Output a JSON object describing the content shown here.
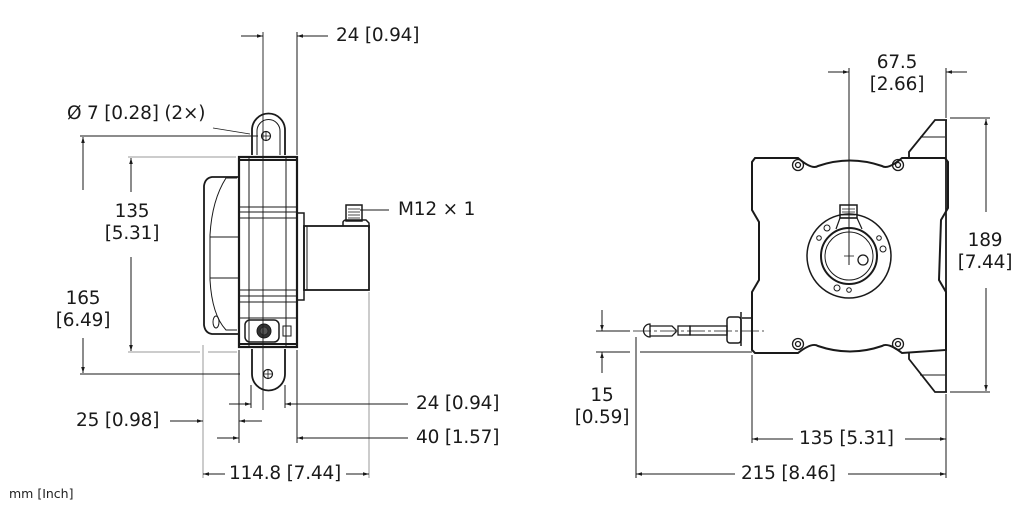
{
  "drawing": {
    "units_note": "mm [Inch]",
    "side_view": {
      "top_lug_width": "24 [0.94]",
      "hole_diameter": "Ø 7 [0.28] (2×)",
      "connector": "M12 × 1",
      "body_height_mm": "135",
      "body_height_in": "[5.31]",
      "overall_height_mm": "165",
      "overall_height_in": "[6.49]",
      "bottom_lug_width": "24 [0.94]",
      "offset": "25 [0.98]",
      "body_depth": "40 [1.57]",
      "overall_depth": "114.8 [7.44]"
    },
    "front_view": {
      "connector_offset_mm": "67.5",
      "connector_offset_in": "[2.66]",
      "overall_height_mm": "189",
      "overall_height_in": "[7.44]",
      "wire_offset_mm": "15",
      "wire_offset_in": "[0.59]",
      "body_width": "135 [5.31]",
      "overall_width": "215 [8.46]"
    }
  }
}
